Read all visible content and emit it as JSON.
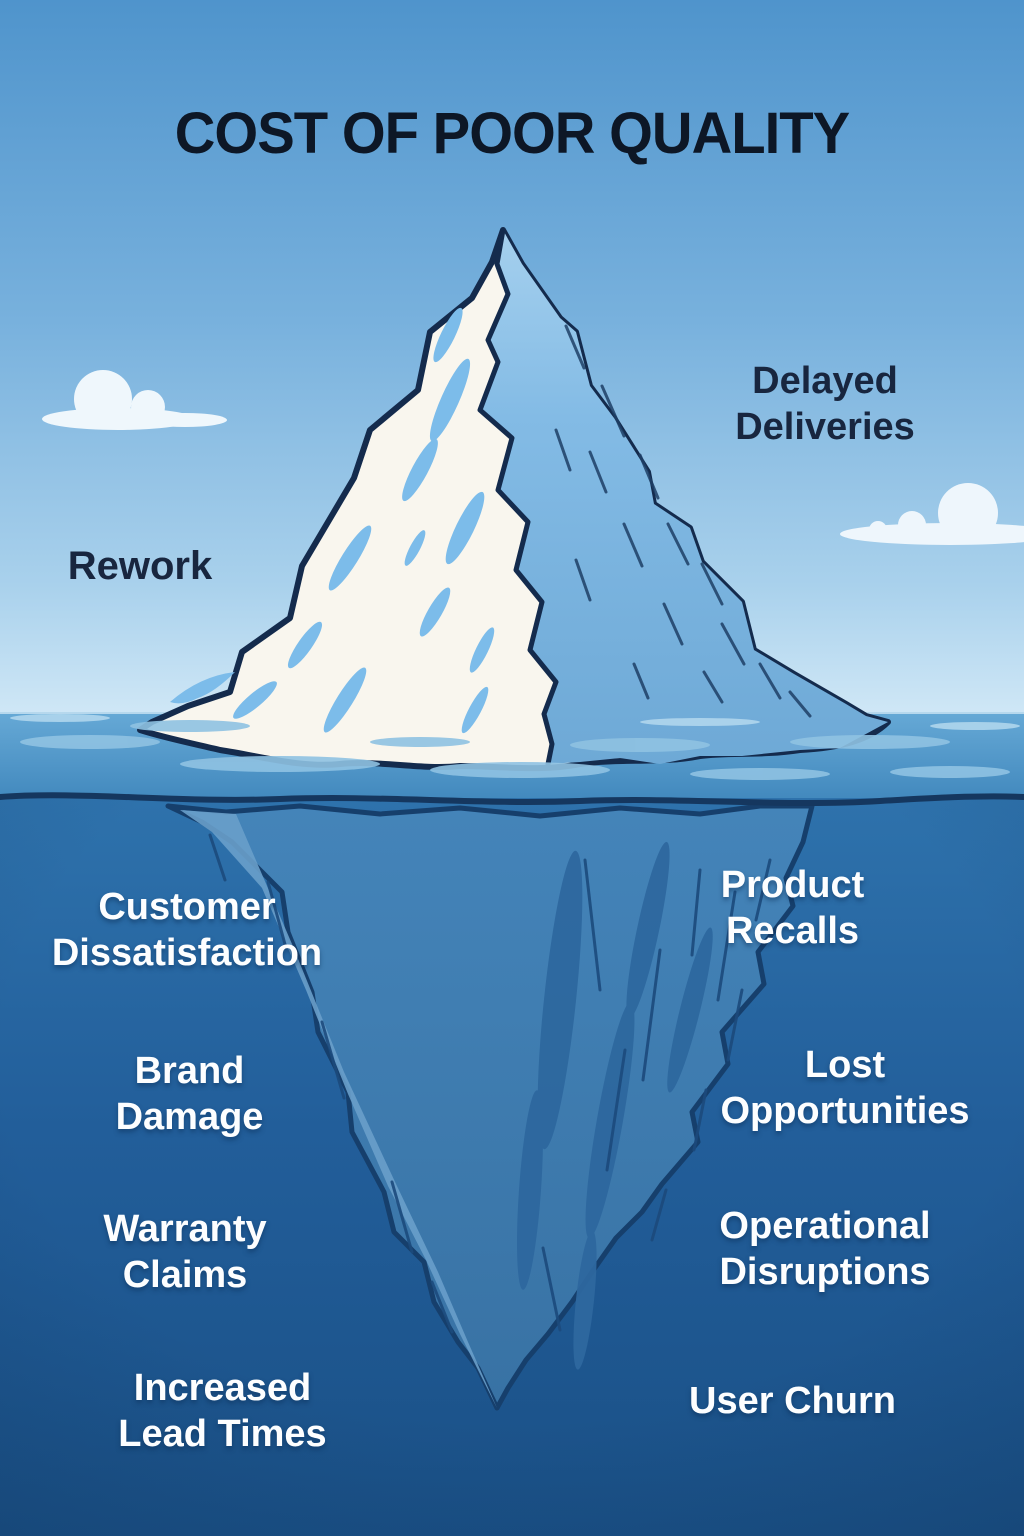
{
  "title": "COST OF POOR QUALITY",
  "diagram": {
    "type": "iceberg-cost-model",
    "visible_costs": [
      "Rework",
      "Delayed Deliveries"
    ],
    "hidden_costs": [
      "Customer Dissatisfaction",
      "Product Recalls",
      "Brand Damage",
      "Lost Opportunities",
      "Warranty Claims",
      "Operational Disruptions",
      "Increased Lead Times",
      "User Churn"
    ]
  },
  "labels": {
    "rework": {
      "lines": [
        "Rework"
      ]
    },
    "delayed_deliveries": {
      "lines": [
        "Delayed",
        "Deliveries"
      ]
    },
    "customer_dissatisfaction": {
      "lines": [
        "Customer",
        "Dissatisfaction"
      ]
    },
    "product_recalls": {
      "lines": [
        "Product",
        "Recalls"
      ]
    },
    "brand_damage": {
      "lines": [
        "Brand",
        "Damage"
      ]
    },
    "lost_opportunities": {
      "lines": [
        "Lost",
        "Opportunities"
      ]
    },
    "warranty_claims": {
      "lines": [
        "Warranty",
        "Claims"
      ]
    },
    "operational_disruptions": {
      "lines": [
        "Operational",
        "Disruptions"
      ]
    },
    "increased_lead_times": {
      "lines": [
        "Increased",
        "Lead Times"
      ]
    },
    "user_churn": {
      "lines": [
        "User Churn"
      ]
    }
  },
  "colors": {
    "sky_top": "#4f94cc",
    "sky_horizon": "#cfe7f6",
    "sea_surface": "#4690c2",
    "sea_deep_top": "#2e72ac",
    "sea_deep_bottom": "#1a5086",
    "iceberg_white_face": "#f9f6ee",
    "iceberg_blue_face": "#7cbcea",
    "iceberg_submerged": "#4283b8",
    "outline": "#142b4d",
    "title_text": "#0d1726",
    "label_dark_text": "#18263f",
    "label_light_text": "#fdfeff"
  }
}
